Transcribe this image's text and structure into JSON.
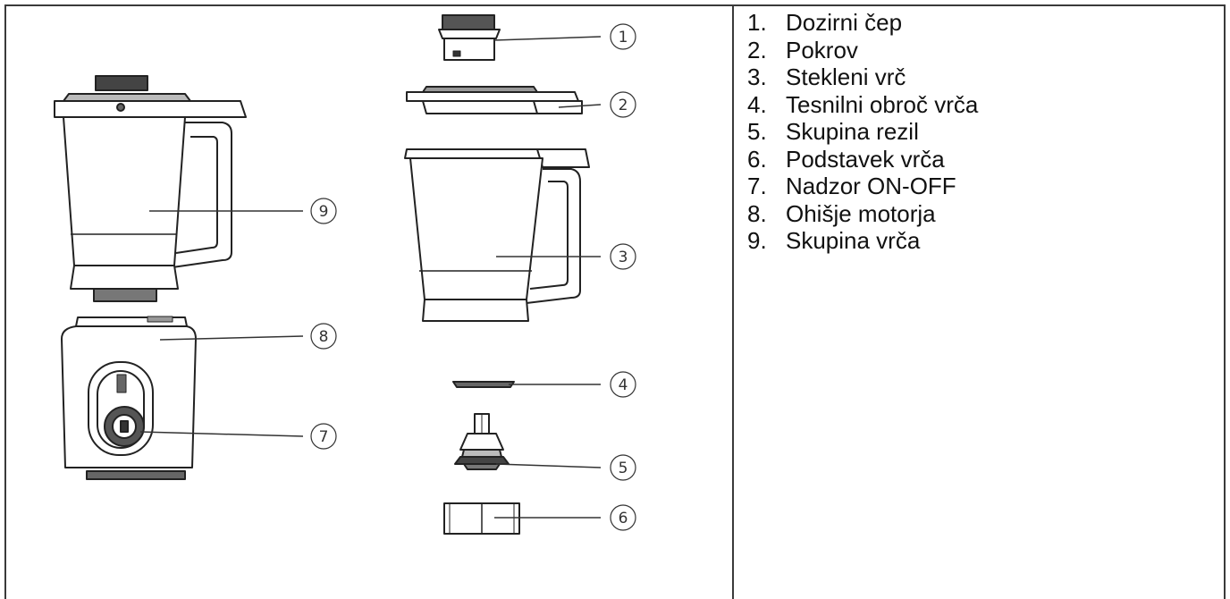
{
  "legend": {
    "items": [
      {
        "number": "1.",
        "label": "Dozirni čep"
      },
      {
        "number": "2.",
        "label": "Pokrov"
      },
      {
        "number": "3.",
        "label": "Stekleni vrč"
      },
      {
        "number": "4.",
        "label": "Tesnilni obroč vrča"
      },
      {
        "number": "5.",
        "label": "Skupina rezil"
      },
      {
        "number": "6.",
        "label": "Podstavek vrča"
      },
      {
        "number": "7.",
        "label": "Nadzor ON-OFF"
      },
      {
        "number": "8.",
        "label": "Ohišje motorja"
      },
      {
        "number": "9.",
        "label": "Skupina vrča"
      }
    ]
  },
  "callouts": {
    "c1": "1",
    "c2": "2",
    "c3": "3",
    "c4": "4",
    "c5": "5",
    "c6": "6",
    "c7": "7",
    "c8": "8",
    "c9": "9"
  }
}
